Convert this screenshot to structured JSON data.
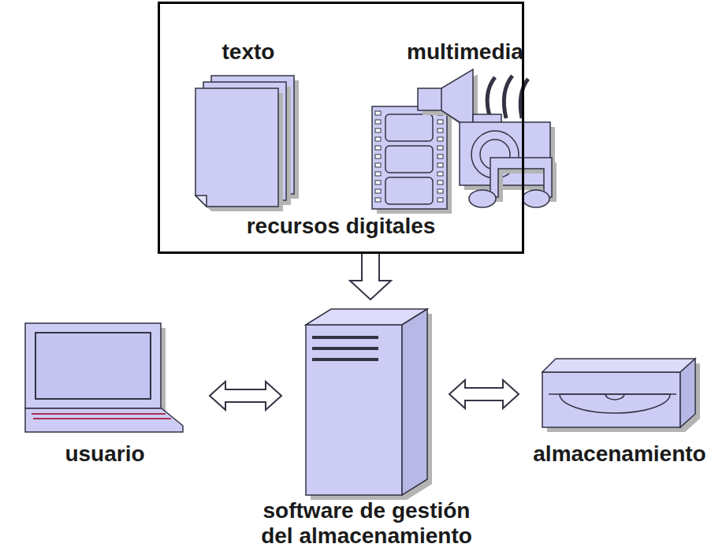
{
  "diagram": {
    "nodes": [
      {
        "text": [
          "recursos digitales"
        ]
      },
      {
        "text": [
          "texto"
        ],
        "in": 0
      },
      {
        "text": [
          "multimedia"
        ],
        "in": 0
      },
      {
        "text": [
          "usuario"
        ]
      },
      {
        "text": [
          "software de gestión del almacenamiento"
        ]
      },
      {
        "text": [
          "almacenamiento"
        ]
      }
    ],
    "edges": [
      {
        "from": 0,
        "to": 4,
        "arrow": "to"
      },
      {
        "from": 3,
        "to": 4,
        "arrow": "both"
      },
      {
        "from": 4,
        "to": 5,
        "arrow": "both"
      }
    ]
  }
}
